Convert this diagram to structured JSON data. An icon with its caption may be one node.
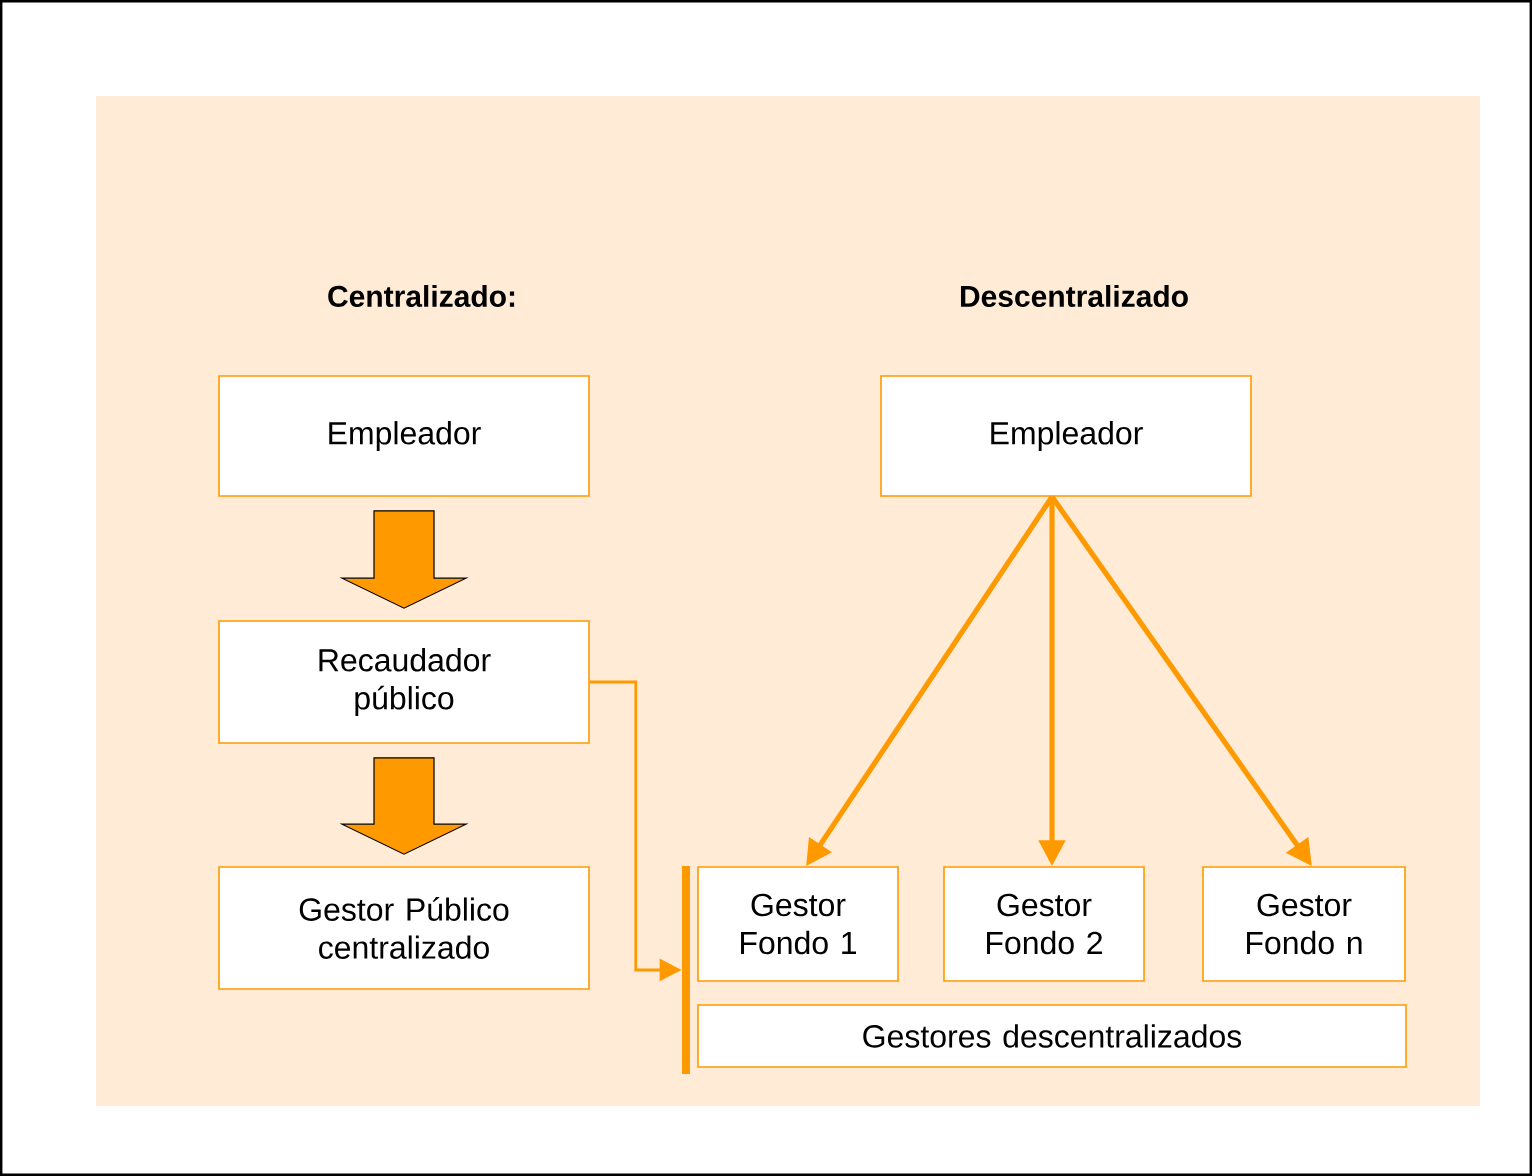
{
  "diagram": {
    "nodes": [
      {
        "text": [
          "Empleador"
        ]
      },
      {
        "text": [
          "Recaudador público"
        ]
      },
      {
        "text": [
          "Gestor Público centralizado"
        ]
      },
      {
        "text": [
          "Empleador"
        ]
      },
      {
        "text": [
          "Gestor Fondo 1"
        ]
      },
      {
        "text": [
          "Gestor Fondo 2"
        ]
      },
      {
        "text": [
          "Gestor Fondo n"
        ]
      },
      {
        "text": [
          "Gestores descentralizados"
        ]
      },
      {
        "text": [],
        "shape": "bar"
      }
    ],
    "edges": [
      {
        "from": 0,
        "to": 1,
        "arrow": "to"
      },
      {
        "from": 1,
        "to": 2,
        "arrow": "to"
      },
      {
        "from": 1,
        "to": 8,
        "arrow": "to"
      },
      {
        "from": 3,
        "to": 4,
        "arrow": "to"
      },
      {
        "from": 3,
        "to": 5,
        "arrow": "to"
      },
      {
        "from": 3,
        "to": 6,
        "arrow": "to"
      }
    ],
    "labels": [
      "Centralizado:",
      "Descentralizado"
    ]
  }
}
